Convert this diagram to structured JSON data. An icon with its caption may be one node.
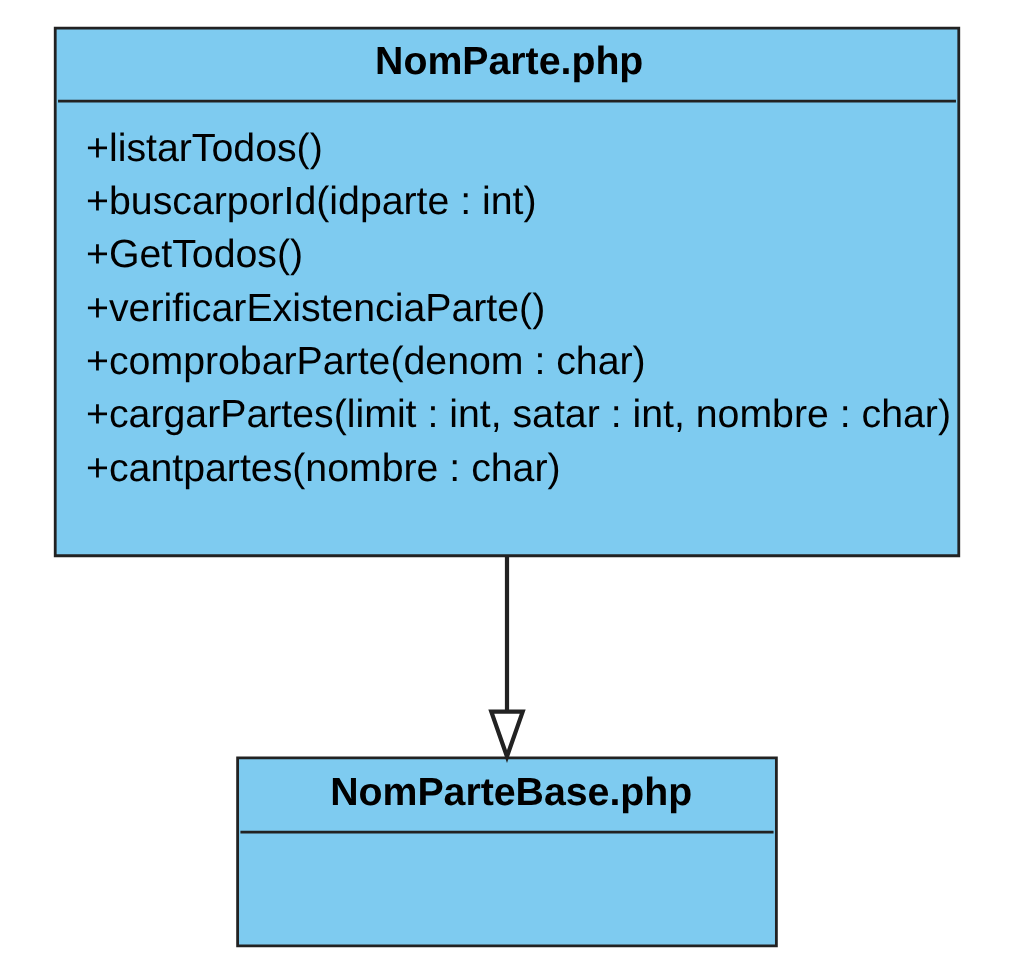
{
  "diagram": {
    "nodes": [
      {
        "text": [
          "NomParte.php",
          "+listarTodos()",
          "+buscarporId(idparte : int)",
          "+GetTodos()",
          "+verificarExistenciaParte()",
          "+comprobarParte(denom : char)",
          "+cargarPartes(limit : int, satar : int, nombre : char)",
          "+cantpartes(nombre : char)"
        ]
      },
      {
        "text": [
          "NomParteBase.php"
        ]
      }
    ],
    "edges": [
      {
        "from": 0,
        "to": 1,
        "arrow": "to"
      }
    ]
  }
}
